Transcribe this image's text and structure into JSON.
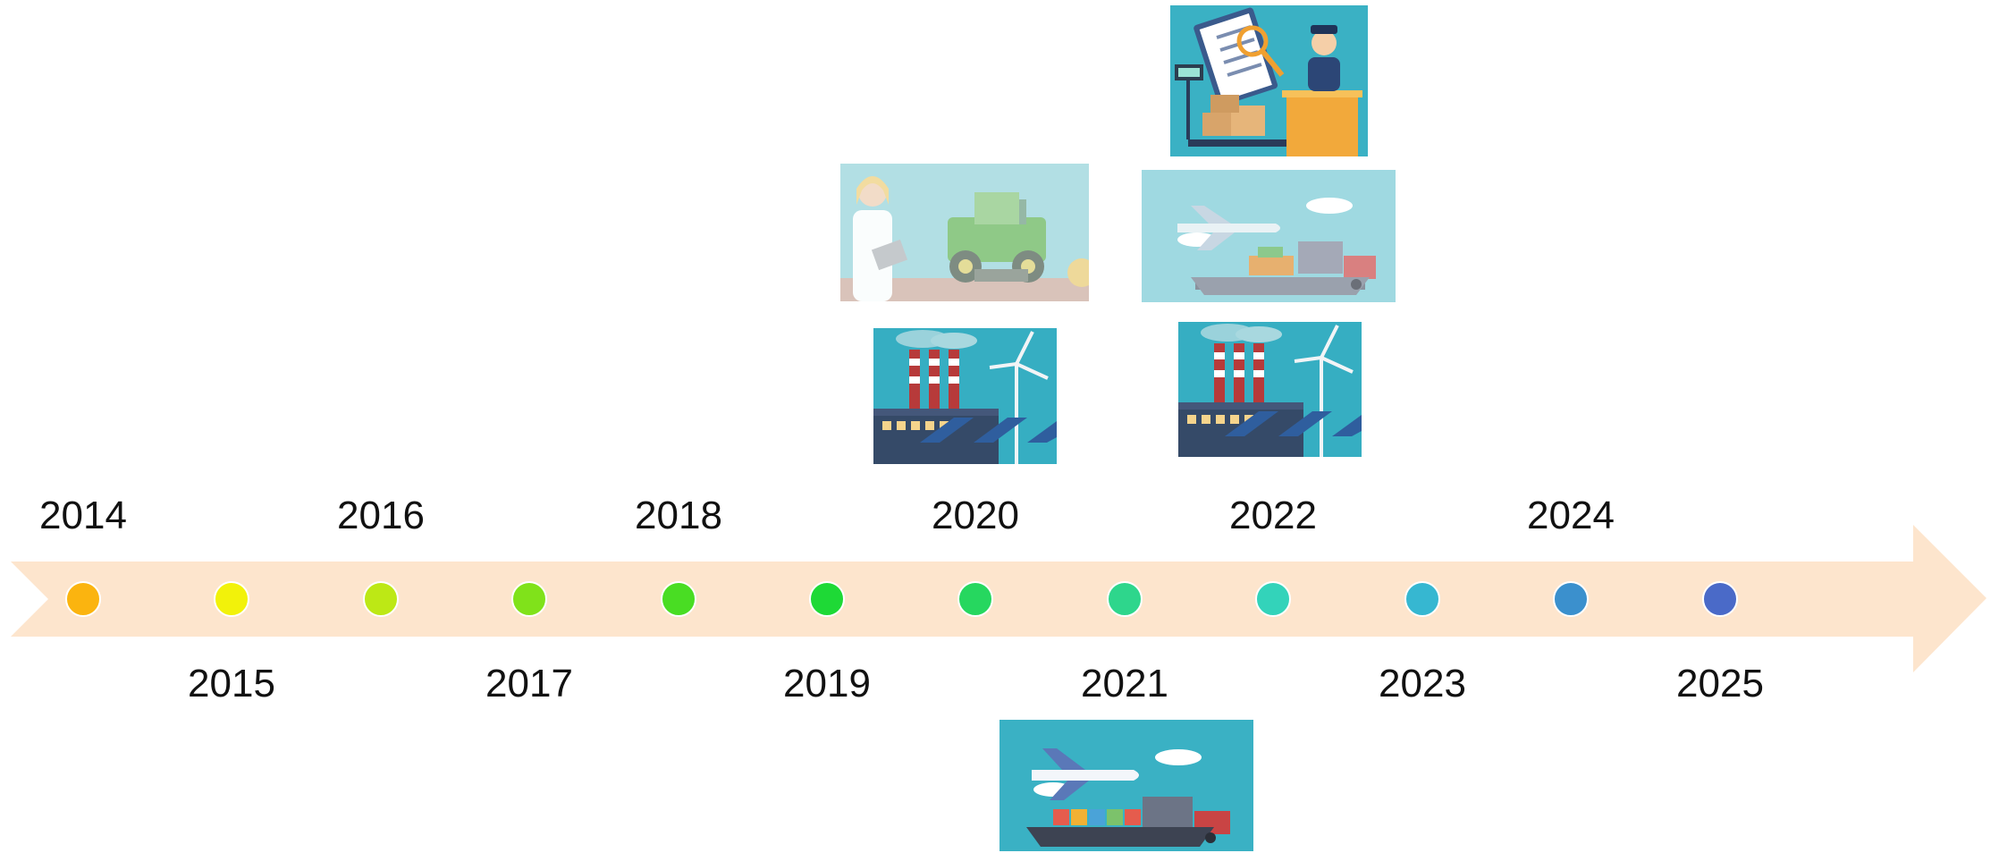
{
  "timeline": {
    "band_color": "#fde5cd",
    "events": [
      {
        "year": "2014",
        "color": "#fbb40f"
      },
      {
        "year": "2015",
        "color": "#f2f20a"
      },
      {
        "year": "2016",
        "color": "#bde815"
      },
      {
        "year": "2017",
        "color": "#80e21a"
      },
      {
        "year": "2018",
        "color": "#49dd23"
      },
      {
        "year": "2019",
        "color": "#1ed936"
      },
      {
        "year": "2020",
        "color": "#26d75f"
      },
      {
        "year": "2021",
        "color": "#2ed68c"
      },
      {
        "year": "2022",
        "color": "#33d3ba"
      },
      {
        "year": "2023",
        "color": "#36b7d1"
      },
      {
        "year": "2024",
        "color": "#3b90cd"
      },
      {
        "year": "2025",
        "color": "#4a6ac8"
      }
    ]
  },
  "illustrations": [
    {
      "icon": "customs-inspection-illustration",
      "bg": "#3ab1c4"
    },
    {
      "icon": "farmer-tractor-illustration",
      "bg": "#b2dfe4"
    },
    {
      "icon": "air-sea-freight-illustration",
      "bg": "#9fd9e1"
    },
    {
      "icon": "factory-renewable-illustration",
      "bg": "#36aec2"
    },
    {
      "icon": "factory-renewable-illustration",
      "bg": "#36aec2"
    },
    {
      "icon": "air-sea-freight-illustration",
      "bg": "#3ab1c4"
    }
  ]
}
